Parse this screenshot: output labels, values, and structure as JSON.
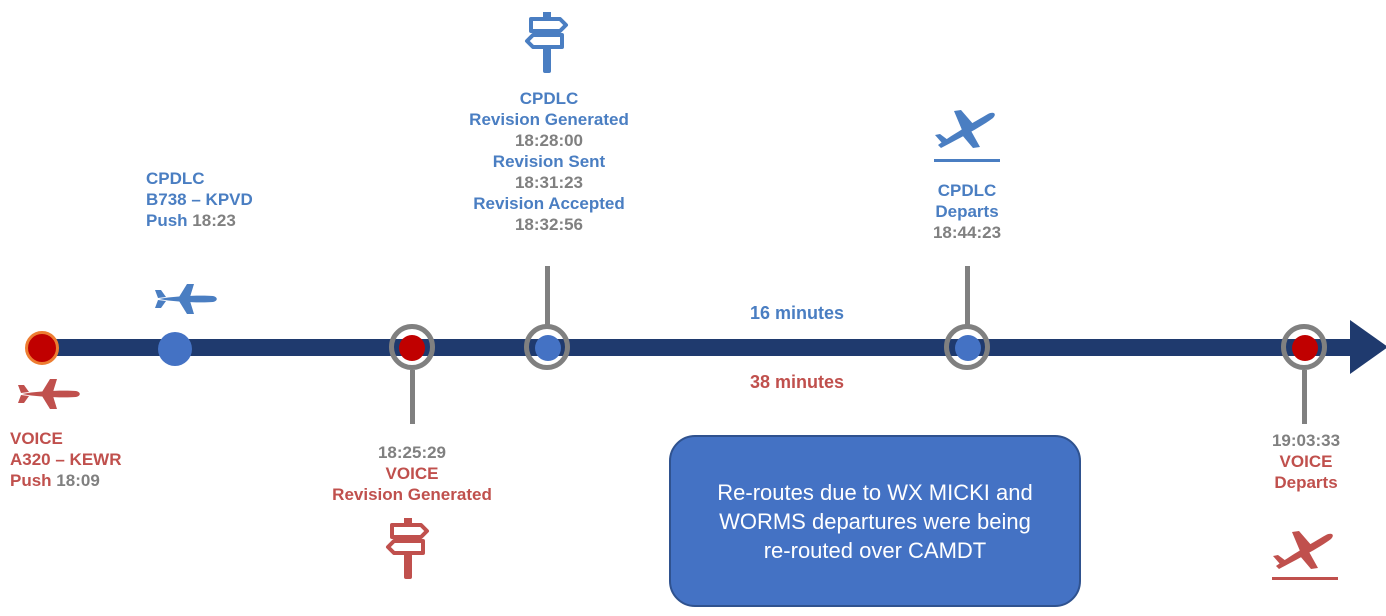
{
  "colors": {
    "voice": "#c0504d",
    "cpdlc": "#4a7ec2",
    "timeline": "#1f3a6e",
    "time_gray": "#808080",
    "note_bg": "#4472c4"
  },
  "voice_push": {
    "line1": "VOICE",
    "line2": "A320 – KEWR",
    "push_label": "Push",
    "push_time": "18:09",
    "icon": "airplane-icon"
  },
  "cpdlc_push": {
    "line1": "CPDLC",
    "line2": "B738 – KPVD",
    "push_label": "Push",
    "push_time": "18:23",
    "icon": "airplane-icon"
  },
  "voice_revision": {
    "time": "18:25:29",
    "line1": "VOICE",
    "line2": "Revision Generated",
    "icon": "signpost-icon"
  },
  "cpdlc_revision": {
    "line1": "CPDLC",
    "generated_label": "Revision Generated",
    "generated_time": "18:28:00",
    "sent_label": "Revision Sent",
    "sent_time": "18:31:23",
    "accepted_label": "Revision Accepted",
    "accepted_time": "18:32:56",
    "icon": "signpost-icon"
  },
  "cpdlc_depart": {
    "line1": "CPDLC",
    "line2": "Departs",
    "time": "18:44:23",
    "icon": "takeoff-icon"
  },
  "voice_depart": {
    "time": "19:03:33",
    "line1": "VOICE",
    "line2": "Departs",
    "icon": "takeoff-icon"
  },
  "durations": {
    "cpdlc": "16 minutes",
    "voice": "38 minutes"
  },
  "note": {
    "text": "Re-routes due to WX MICKI and WORMS departures were being re-routed over CAMDT"
  }
}
